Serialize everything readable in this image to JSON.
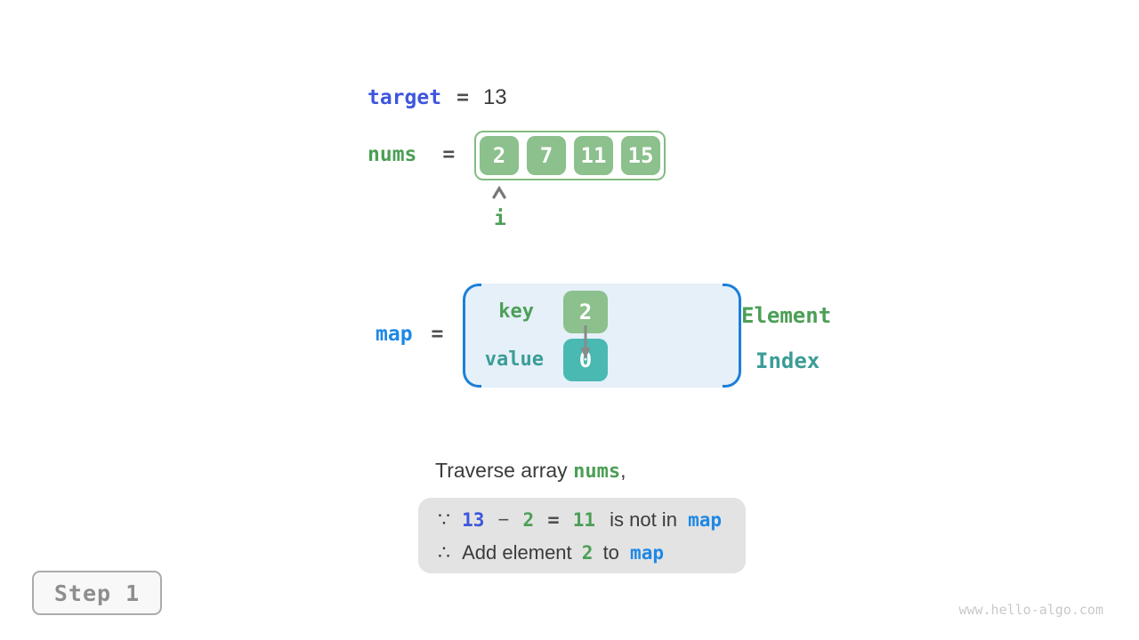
{
  "colors": {
    "green-box": "#8CC08C",
    "green-border": "#82BC82",
    "green-text": "#4C9F56",
    "teal-box": "#49B9B1",
    "teal-text": "#3B9D96",
    "indigo-text": "#3D56DD",
    "blue-text": "#1E88E5",
    "blue-bracket": "#1C7FD8",
    "map-bg": "#E5F0F9",
    "dark-text": "#3B3B3B",
    "mid-gray": "#4F4F4F",
    "note-bg": "#E3E3E3",
    "arrow-gray": "#8A8A8A",
    "step-text": "#8E8E8E",
    "step-border": "#ABABAB",
    "step-bg": "#F8F8F8",
    "watermark": "#C9C9C9"
  },
  "target": {
    "label": "target",
    "equals": "=",
    "value": "13"
  },
  "nums": {
    "label": "nums",
    "equals": "=",
    "cells": [
      "2",
      "7",
      "11",
      "15"
    ],
    "pointer_label": "i"
  },
  "map": {
    "label": "map",
    "equals": "=",
    "key_label": "key",
    "value_label": "value",
    "entry": {
      "key": "2",
      "value": "0"
    },
    "element_label": "Element",
    "index_label": "Index"
  },
  "caption": {
    "text_before": "Traverse array ",
    "code": "nums",
    "text_after": ","
  },
  "note": {
    "line1": {
      "symbol": "∵",
      "minuend": "13",
      "operator": "−",
      "subtrahend": "2",
      "equals": "=",
      "difference": "11",
      "text": "is not in",
      "code": "map"
    },
    "line2": {
      "symbol": "∴",
      "text_before": "Add element",
      "value": "2",
      "text_middle": "to",
      "code": "map"
    }
  },
  "step": {
    "label": "Step 1"
  },
  "footer": {
    "watermark": "www.hello-algo.com"
  }
}
